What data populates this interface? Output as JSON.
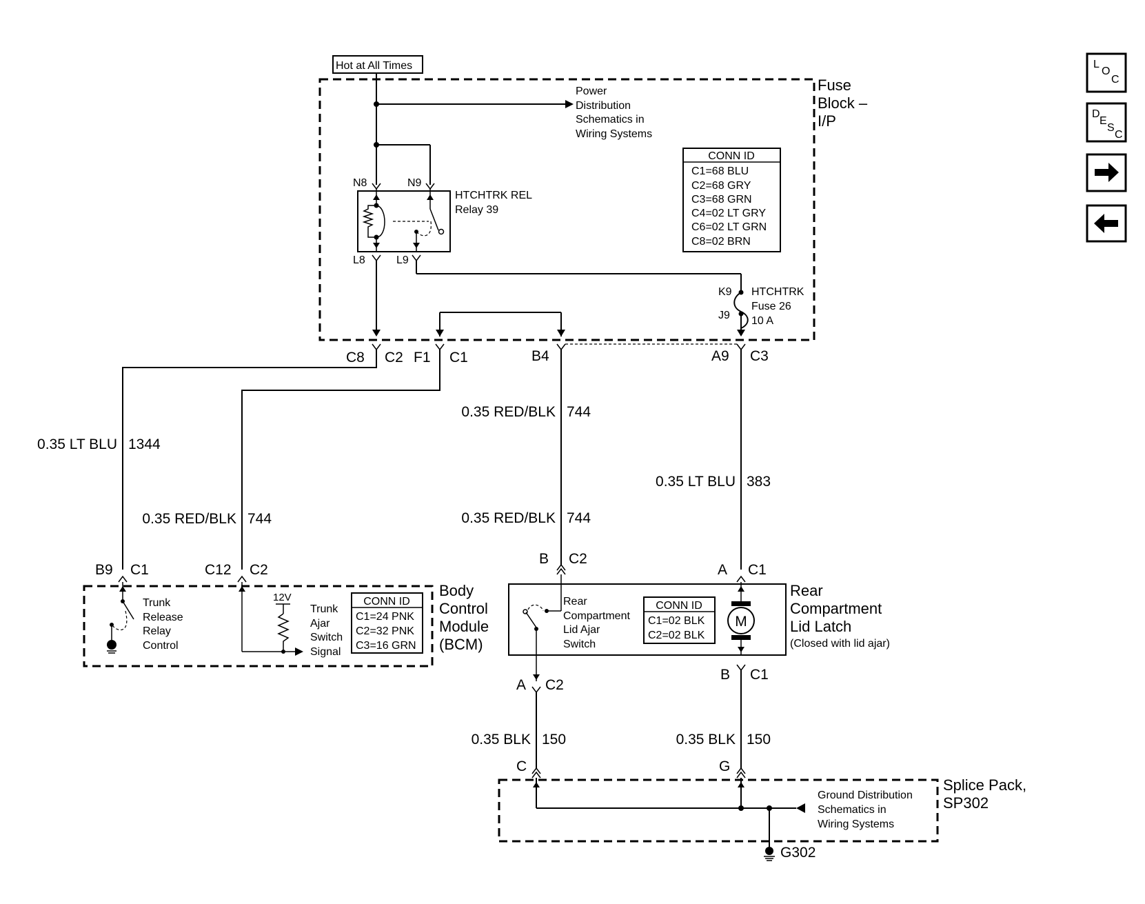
{
  "header": {
    "hot_label": "Hot at All Times"
  },
  "fuse_block": {
    "title_line1": "Fuse",
    "title_line2": "Block –",
    "title_line3": "I/P",
    "power_ref": [
      "Power",
      "Distribution",
      "Schematics in",
      "Wiring Systems"
    ],
    "relay_name": "HTCHTRK REL",
    "relay_num": "Relay 39",
    "pin_n8": "N8",
    "pin_n9": "N9",
    "pin_l8": "L8",
    "pin_l9": "L9",
    "pin_k9": "K9",
    "pin_j9": "J9",
    "fuse_name": "HTCHTRK",
    "fuse_num": "Fuse 26",
    "fuse_amp": "10 A",
    "conn_id_title": "CONN ID",
    "conn_ids": [
      "C1=68 BLU",
      "C2=68 GRY",
      "C3=68 GRN",
      "C4=02 LT GRY",
      "C6=02 LT GRN",
      "C8=02 BRN"
    ],
    "out_c8": "C8",
    "out_c2": "C2",
    "out_f1": "F1",
    "out_c1": "C1",
    "out_b4": "B4",
    "out_a9": "A9",
    "out_c3": "C3"
  },
  "wires": {
    "w1344_color": "0.35 LT BLU",
    "w1344_num": "1344",
    "w744a_color": "0.35 RED/BLK",
    "w744a_num": "744",
    "w744b_color": "0.35 RED/BLK",
    "w744b_num": "744",
    "w744c_color": "0.35 RED/BLK",
    "w744c_num": "744",
    "w383_color": "0.35 LT BLU",
    "w383_num": "383",
    "w150a_color": "0.35 BLK",
    "w150a_num": "150",
    "w150b_color": "0.35 BLK",
    "w150b_num": "150"
  },
  "bcm": {
    "title": [
      "Body",
      "Control",
      "Module",
      "(BCM)"
    ],
    "pin_b9": "B9",
    "pin_c1": "C1",
    "pin_c12": "C12",
    "pin_c2": "C2",
    "relay_label": [
      "Trunk",
      "Release",
      "Relay",
      "Control"
    ],
    "voltage": "12V",
    "switch_label": [
      "Trunk",
      "Ajar",
      "Switch",
      "Signal"
    ],
    "conn_id_title": "CONN ID",
    "conn_ids": [
      "C1=24 PNK",
      "C2=32 PNK",
      "C3=16 GRN"
    ]
  },
  "latch": {
    "title": [
      "Rear",
      "Compartment",
      "Lid Latch"
    ],
    "note": "(Closed with lid ajar)",
    "pin_b": "B",
    "pin_c2_top": "C2",
    "pin_a": "A",
    "pin_c1_top": "C1",
    "pin_a_bot": "A",
    "pin_c2_bot": "C2",
    "pin_b_bot": "B",
    "pin_c1_bot": "C1",
    "switch_label": [
      "Rear",
      "Compartment",
      "Lid Ajar",
      "Switch"
    ],
    "conn_id_title": "CONN ID",
    "conn_ids": [
      "C1=02 BLK",
      "C2=02 BLK"
    ],
    "motor_label": "M"
  },
  "splice": {
    "title_line1": "Splice Pack,",
    "title_line2": "SP302",
    "pin_c": "C",
    "pin_g": "G",
    "ground_ref": [
      "Ground Distribution",
      "Schematics in",
      "Wiring Systems"
    ],
    "ground_id": "G302"
  },
  "nav": {
    "loc_icon": "loc-icon",
    "desc_icon": "desc-icon",
    "next_icon": "arrow-right-icon",
    "back_icon": "arrow-left-icon"
  }
}
